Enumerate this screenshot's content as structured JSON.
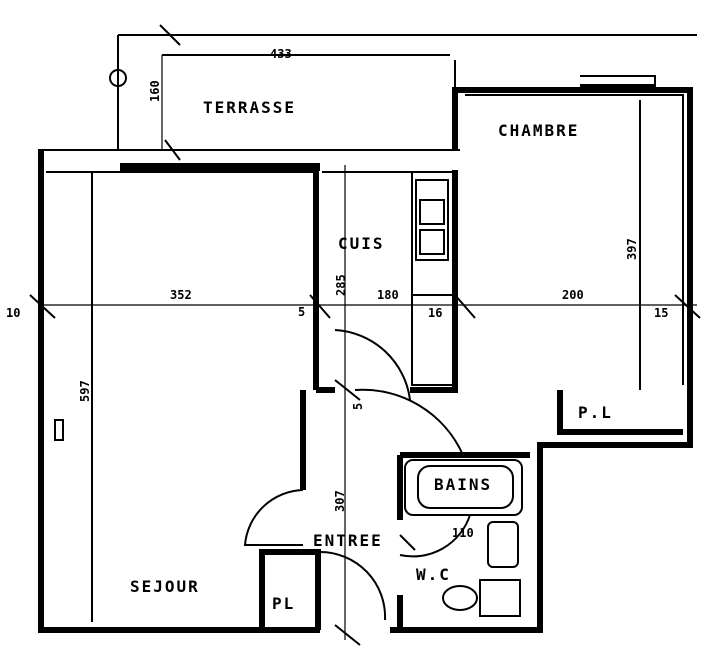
{
  "plan": {
    "rooms": {
      "terrasse": "TERRASSE",
      "chambre": "CHAMBRE",
      "cuis": "CUIS",
      "sejour": "SEJOUR",
      "entree": "ENTREE",
      "bains": "BAINS",
      "wc": "W.C",
      "pl_sejour": "PL",
      "pl_chambre": "P.L"
    },
    "dimensions": {
      "terrasse_width": "433",
      "terrasse_depth": "160",
      "sejour_width": "352",
      "wall_5": "5",
      "cuis_depth": "285",
      "cuis_width": "180",
      "wall_16": "16",
      "chambre_width": "200",
      "wall_15": "15",
      "wall_10": "10",
      "sejour_depth": "597",
      "chambre_depth": "397",
      "wall_5b": "5",
      "entree_depth": "307",
      "wc_width": "110"
    }
  }
}
